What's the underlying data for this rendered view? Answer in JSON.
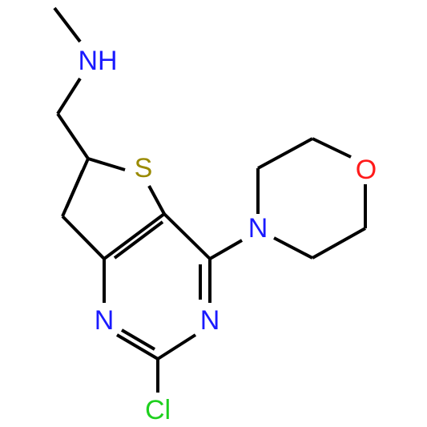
{
  "molecule": {
    "atoms": {
      "nh": {
        "label": "NH",
        "element": "N",
        "color": "#1a1aff"
      },
      "s": {
        "label": "S",
        "element": "S",
        "color": "#9a8a00"
      },
      "o": {
        "label": "O",
        "element": "O",
        "color": "#ff1a1a"
      },
      "n_morpholine": {
        "label": "N",
        "element": "N",
        "color": "#1a1aff"
      },
      "n_left": {
        "label": "N",
        "element": "N",
        "color": "#1a1aff"
      },
      "n_right": {
        "label": "N",
        "element": "N",
        "color": "#1a1aff"
      },
      "cl": {
        "label": "Cl",
        "element": "Cl",
        "color": "#1fd01f"
      }
    },
    "bond_color": "#000000"
  }
}
